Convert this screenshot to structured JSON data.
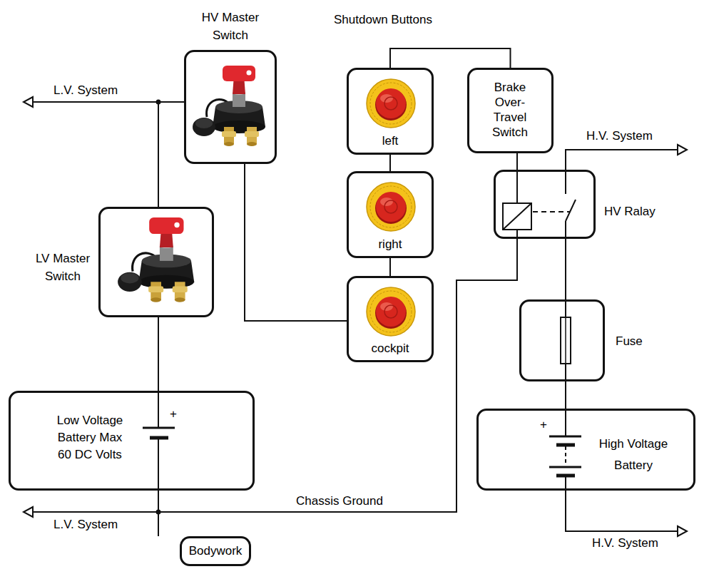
{
  "diagram": {
    "nodes": [
      {
        "text": [
          "HV Master Switch"
        ]
      },
      {
        "text": [
          "left"
        ]
      },
      {
        "text": [
          "Brake Over-Travel Switch"
        ]
      },
      {
        "text": [
          "LV Master Switch"
        ]
      },
      {
        "text": [
          "right"
        ]
      },
      {
        "text": [
          "HV Ralay"
        ]
      },
      {
        "text": [
          "cockpit"
        ]
      },
      {
        "text": [
          "Fuse"
        ]
      },
      {
        "text": [
          "Low Voltage Battery Max 60 DC Volts"
        ]
      },
      {
        "text": [
          "High Voltage Battery"
        ]
      },
      {
        "text": [
          "Bodywork"
        ]
      }
    ],
    "edges": [
      {
        "from": 3,
        "to": 0,
        "arrow": "none"
      },
      {
        "from": 8,
        "to": 3,
        "arrow": "none"
      },
      {
        "from": 0,
        "to": 6,
        "arrow": "none"
      },
      {
        "from": 6,
        "to": 4,
        "arrow": "none"
      },
      {
        "from": 4,
        "to": 1,
        "arrow": "none"
      },
      {
        "from": 1,
        "to": 2,
        "arrow": "none"
      },
      {
        "from": 2,
        "to": 5,
        "arrow": "none"
      },
      {
        "from": 5,
        "to": 8,
        "arrow": "none"
      },
      {
        "from": 8,
        "to": 10,
        "arrow": "none"
      },
      {
        "from": 5,
        "to": 7,
        "arrow": "none"
      },
      {
        "from": 7,
        "to": 9,
        "arrow": "none"
      }
    ],
    "labels": [
      "Shutdown Buttons",
      "L.V. System",
      "H.V. System",
      "+",
      "+",
      "Chassis Ground",
      "L.V. System",
      "H.V. System"
    ]
  }
}
